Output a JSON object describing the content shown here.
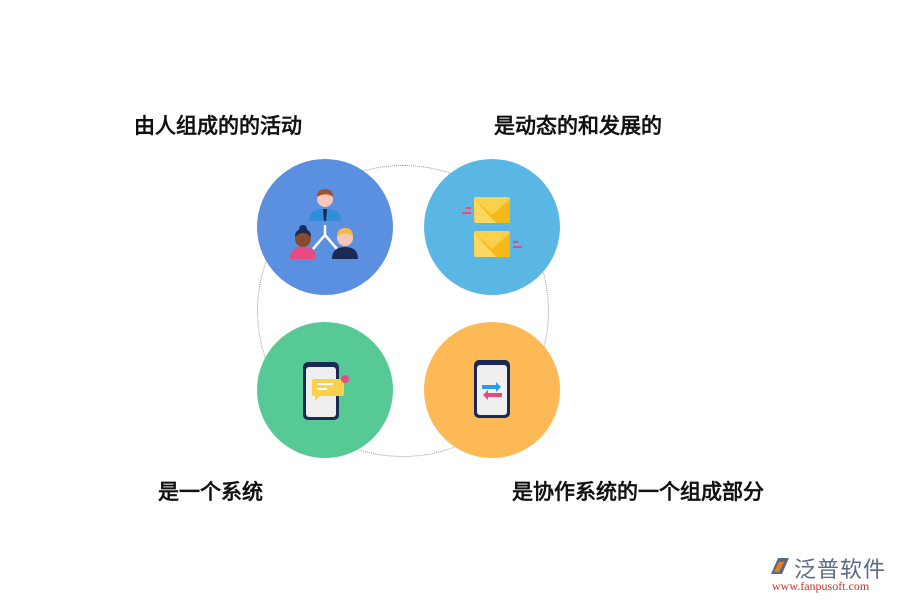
{
  "diagram": {
    "items": [
      {
        "label": "由人组成的的活动",
        "icon": "people-hierarchy-icon",
        "color": "#5b8fe0"
      },
      {
        "label": "是动态的和发展的",
        "icon": "envelopes-icon",
        "color": "#5ab7e4"
      },
      {
        "label": "是一个系统",
        "icon": "phone-notification-icon",
        "color": "#57c995"
      },
      {
        "label": "是协作系统的一个组成部分",
        "icon": "phone-exchange-icon",
        "color": "#fdb955"
      }
    ]
  },
  "logo": {
    "name": "泛普软件",
    "url": "www.fanpusoft.com"
  }
}
